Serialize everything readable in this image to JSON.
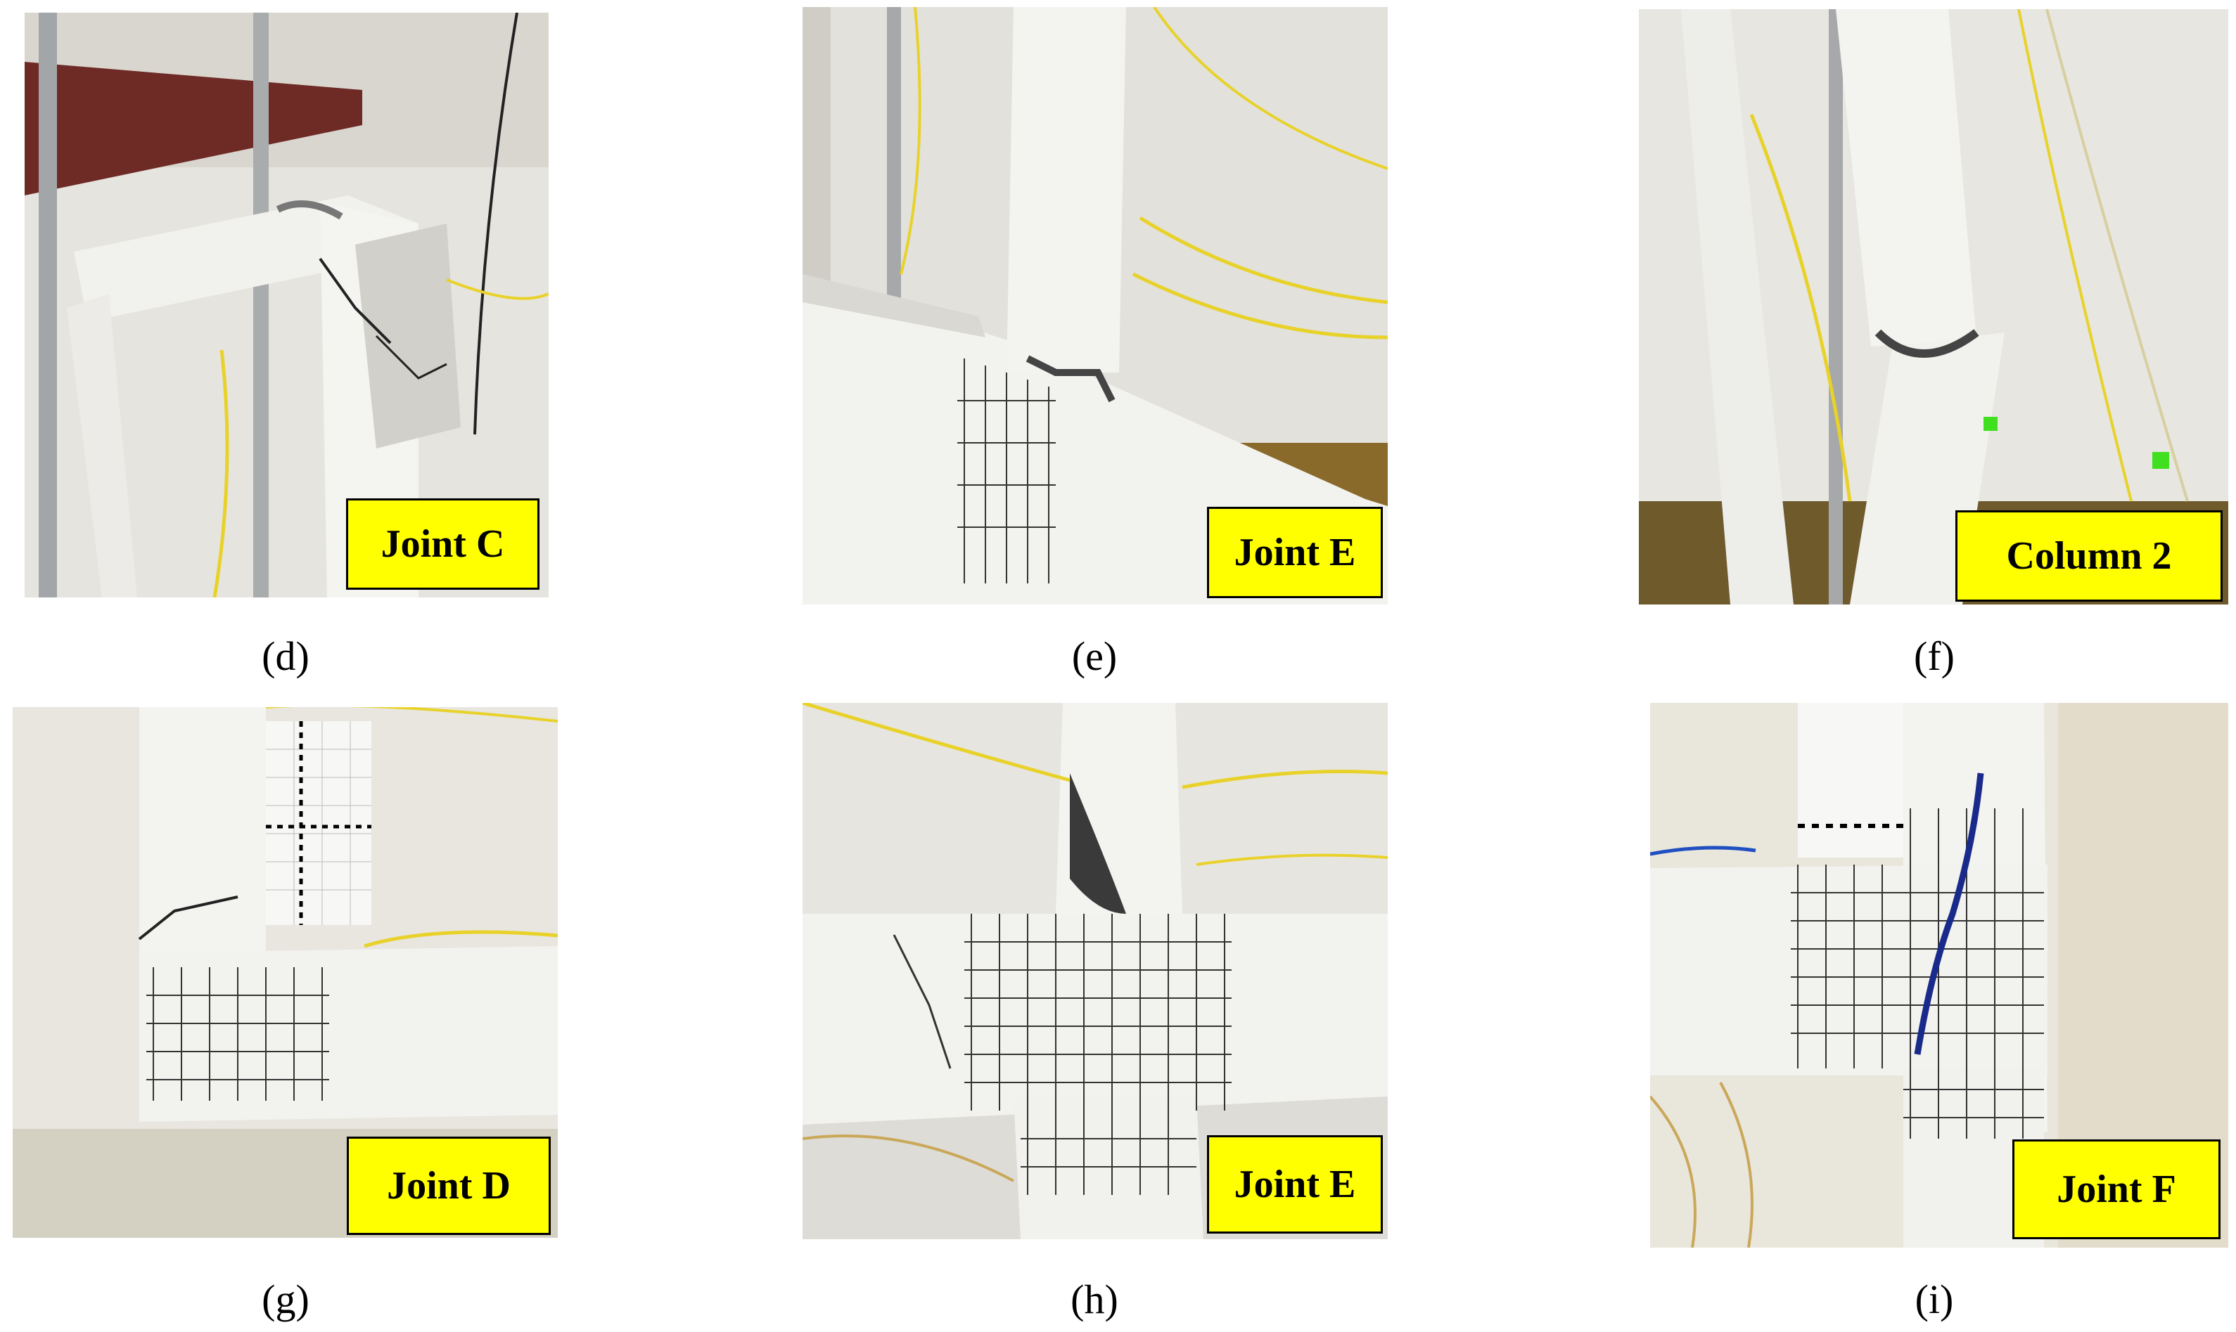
{
  "panels": [
    {
      "id": "d",
      "label": "Joint C",
      "caption": "(d)"
    },
    {
      "id": "e",
      "label": "Joint E",
      "caption": "(e)"
    },
    {
      "id": "f",
      "label": "Column 2",
      "caption": "(f)"
    },
    {
      "id": "g",
      "label": "Joint D",
      "caption": "(g)"
    },
    {
      "id": "h",
      "label": "Joint E",
      "caption": "(h)"
    },
    {
      "id": "i",
      "label": "Joint F",
      "caption": "(i)"
    }
  ],
  "colors": {
    "label_bg": "#ffff00",
    "label_border": "#000000",
    "concrete": "#f2f2ef",
    "wire": "#e8d22a"
  }
}
